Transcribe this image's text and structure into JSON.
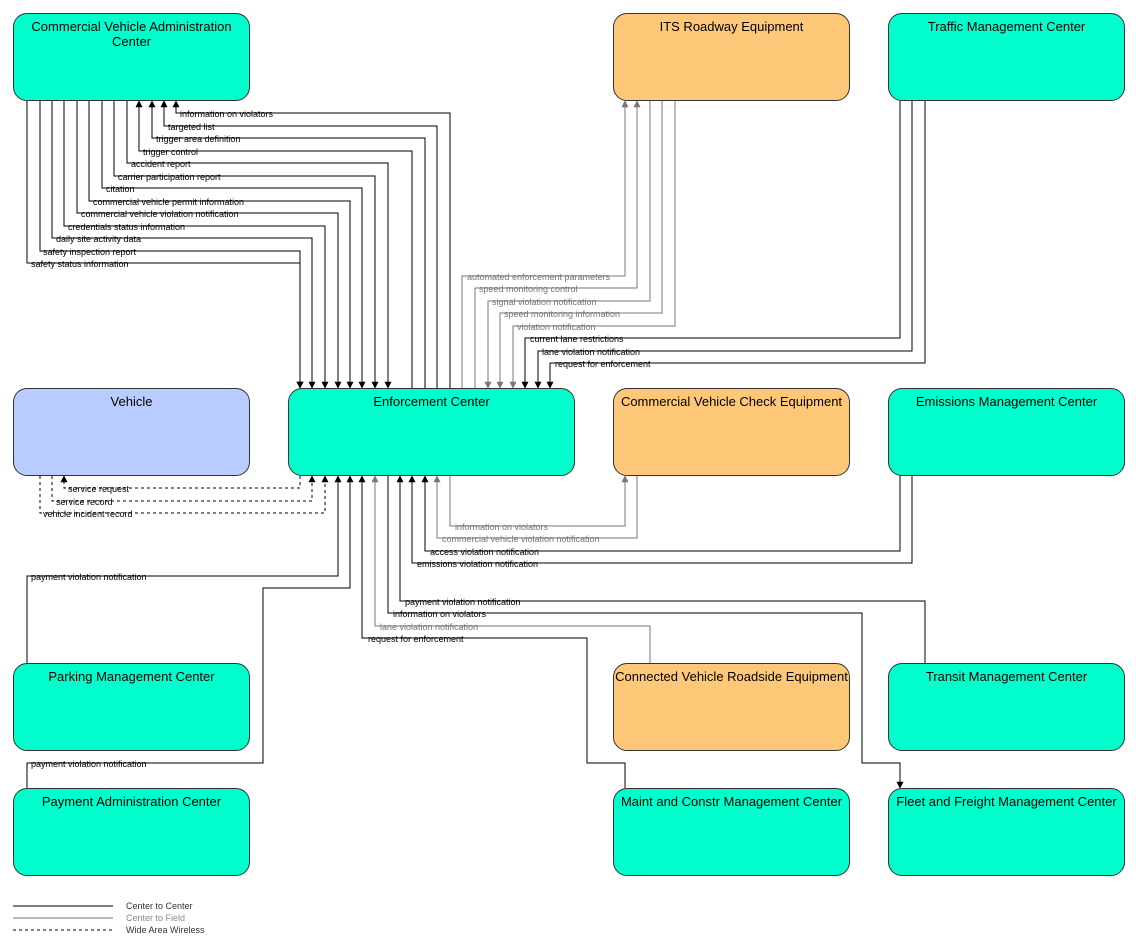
{
  "nodes": {
    "cvac": "Commercial Vehicle Administration Center",
    "its": "ITS Roadway Equipment",
    "tmc": "Traffic Management Center",
    "vehicle": "Vehicle",
    "enf": "Enforcement Center",
    "cvce": "Commercial Vehicle Check Equipment",
    "emc": "Emissions Management Center",
    "pmc": "Parking Management Center",
    "cvre": "Connected Vehicle Roadside Equipment",
    "transit": "Transit Management Center",
    "pac": "Payment Administration Center",
    "mcm": "Maint and Constr Management Center",
    "ffm": "Fleet and Freight Management Center"
  },
  "flows": {
    "cvac_info_violators": "information on violators",
    "cvac_targeted_list": "targeted list",
    "cvac_trigger_area": "trigger area definition",
    "cvac_trigger_control": "trigger control",
    "cvac_accident_report": "accident report",
    "cvac_carrier_participation": "carrier participation report",
    "cvac_citation": "citation",
    "cvac_permit_info": "commercial vehicle permit information",
    "cvac_cv_violation": "commercial vehicle violation notification",
    "cvac_credentials": "credentials status information",
    "cvac_daily_site": "daily site activity data",
    "cvac_safety_inspection": "safety inspection report",
    "cvac_safety_status": "safety status information",
    "its_auto_enforcement": "automated enforcement parameters",
    "its_speed_control": "speed monitoring control",
    "its_signal_violation": "signal violation notification",
    "its_speed_info": "speed monitoring information",
    "its_violation_notif": "violation notification",
    "tmc_lane_restrictions": "current lane restrictions",
    "tmc_lane_violation": "lane violation notification",
    "tmc_request_enforcement": "request for enforcement",
    "veh_service_request": "service request",
    "veh_service_record": "service record",
    "veh_incident_record": "vehicle incident record",
    "cvce_info_violators": "information on violators",
    "cvce_cv_violation": "commercial vehicle violation notification",
    "emc_access_violation": "access violation notification",
    "emc_emissions_violation": "emissions violation notification",
    "pmc_payment_violation": "payment violation notification",
    "pac_payment_violation": "payment violation notification",
    "transit_payment_violation": "payment violation notification",
    "ffm_info_violators": "information on violators",
    "cvre_lane_violation": "lane violation notification",
    "mcm_request_enforcement": "request for enforcement"
  },
  "legend": {
    "center_to_center": "Center to Center",
    "center_to_field": "Center to Field",
    "wide_area_wireless": "Wide Area Wireless"
  },
  "colors": {
    "center": "#00ffcc",
    "field": "#ffc878",
    "vehicle": "#b8ccff",
    "center_to_center_line": "#000000",
    "center_to_field_line": "#777777"
  }
}
